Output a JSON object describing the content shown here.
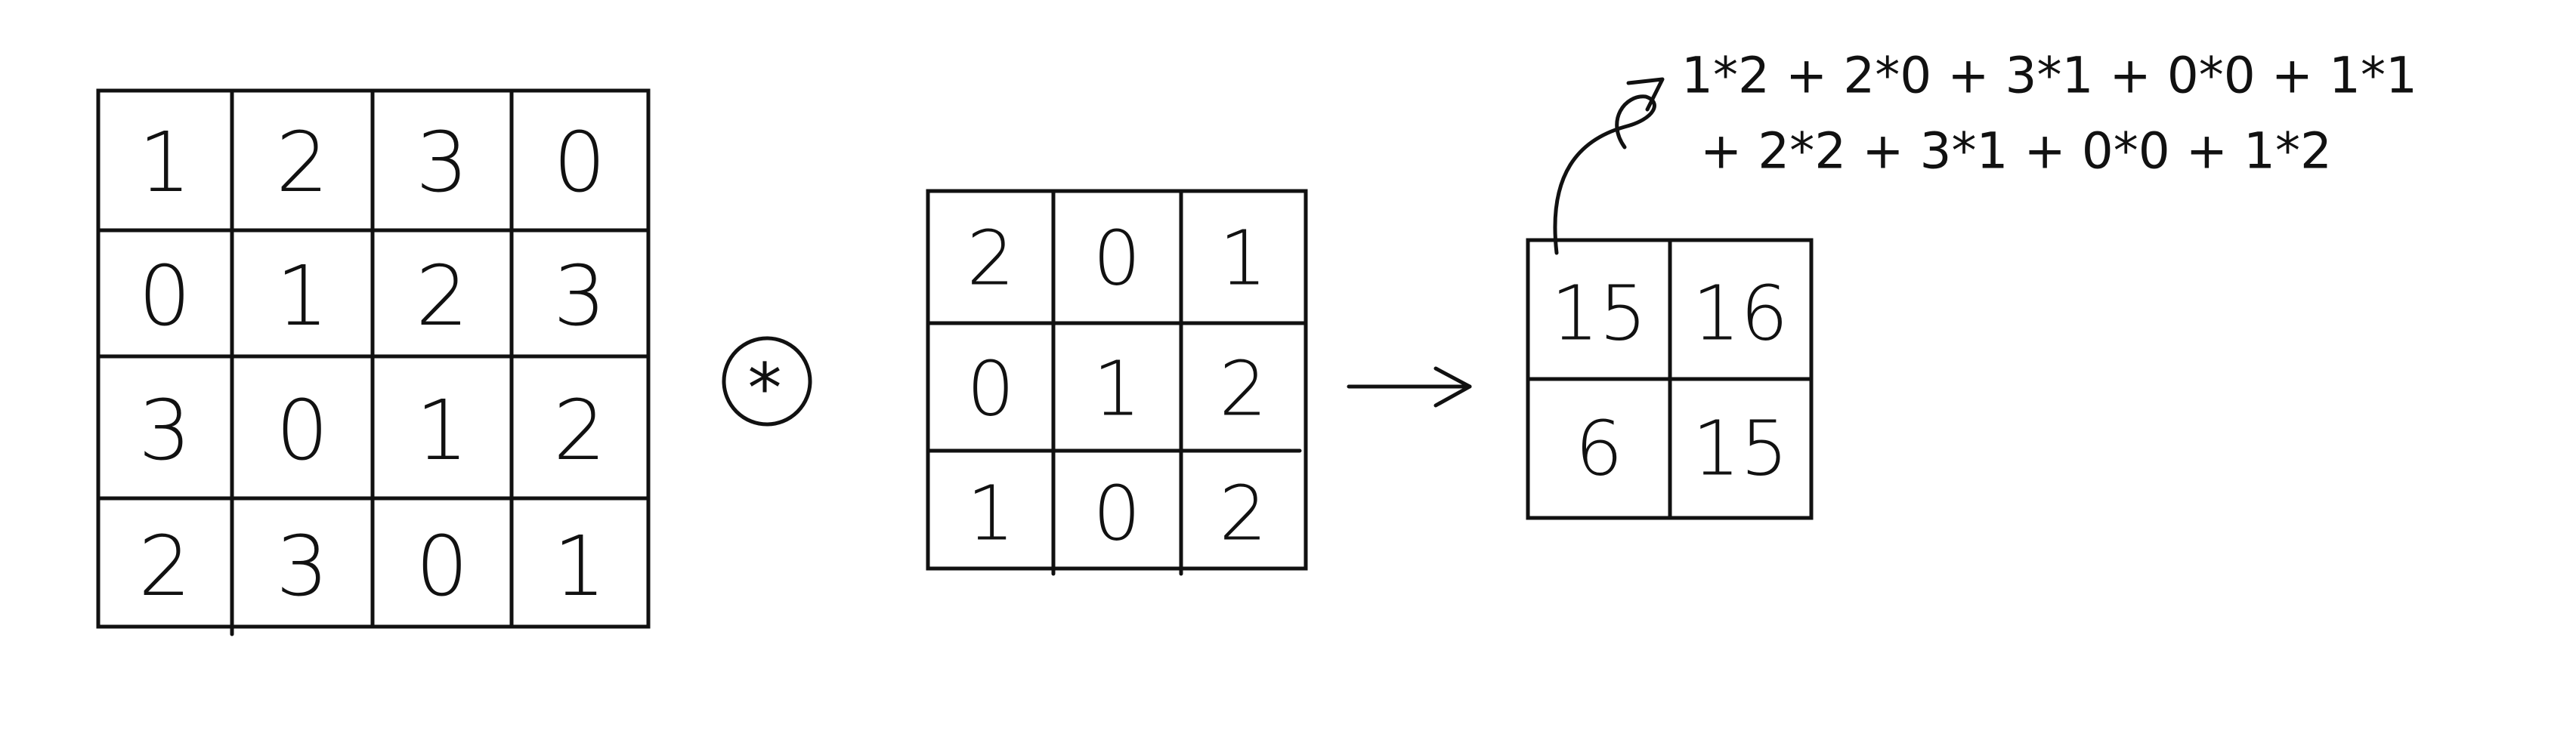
{
  "input_matrix": {
    "rows": [
      [
        "1",
        "2",
        "3",
        "0"
      ],
      [
        "0",
        "1",
        "2",
        "3"
      ],
      [
        "3",
        "0",
        "1",
        "2"
      ],
      [
        "2",
        "3",
        "0",
        "1"
      ]
    ]
  },
  "operator": {
    "symbol": "*"
  },
  "kernel_matrix": {
    "rows": [
      [
        "2",
        "0",
        "1"
      ],
      [
        "0",
        "1",
        "2"
      ],
      [
        "1",
        "0",
        "2"
      ]
    ]
  },
  "output_matrix": {
    "rows": [
      [
        "15",
        "16"
      ],
      [
        "6",
        "15"
      ]
    ]
  },
  "annotation": {
    "line1": "1*2 + 2*0 + 3*1 + 0*0 + 1*1",
    "line2": "+ 2*2 + 3*1 + 0*0 + 1*2"
  },
  "colors": {
    "ink": "#111111",
    "background": "#ffffff"
  }
}
